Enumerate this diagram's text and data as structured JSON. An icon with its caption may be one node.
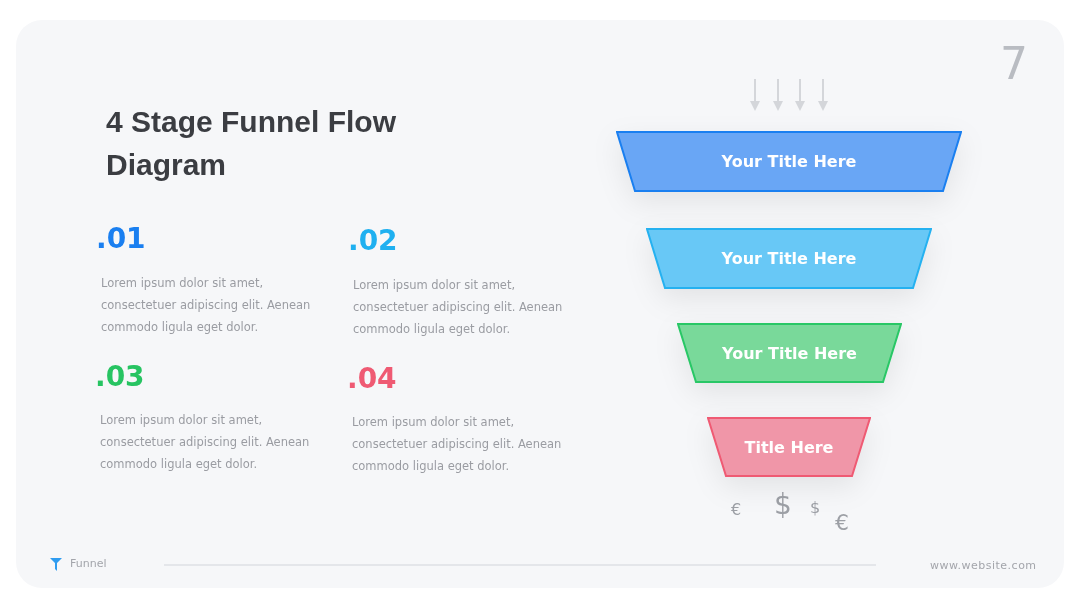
{
  "diagram": {
    "title": "4 Stage Funnel Flow Diagram",
    "nodes": [
      {
        "text": [
          "Your Title Here"
        ]
      },
      {
        "text": [
          "Your Title Here"
        ]
      },
      {
        "text": [
          "Your Title Here"
        ]
      },
      {
        "text": [
          "Title Here"
        ]
      }
    ],
    "edges": [],
    "labels": [
      "7",
      ".01",
      "Lorem ipsum dolor sit amet, consectetuer adipiscing elit. Aenean commodo ligula eget dolor.",
      ".02",
      "Lorem ipsum dolor sit amet, consectetuer adipiscing elit. Aenean commodo ligula eget dolor.",
      ".03",
      "Lorem ipsum dolor sit amet, consectetuer adipiscing elit. Aenean commodo ligula eget dolor.",
      ".04",
      "Lorem ipsum dolor sit amet, consectetuer adipiscing elit. Aenean commodo ligula eget dolor.",
      "€",
      "$",
      "$",
      "€",
      "Funnel",
      "www.website.com"
    ]
  }
}
